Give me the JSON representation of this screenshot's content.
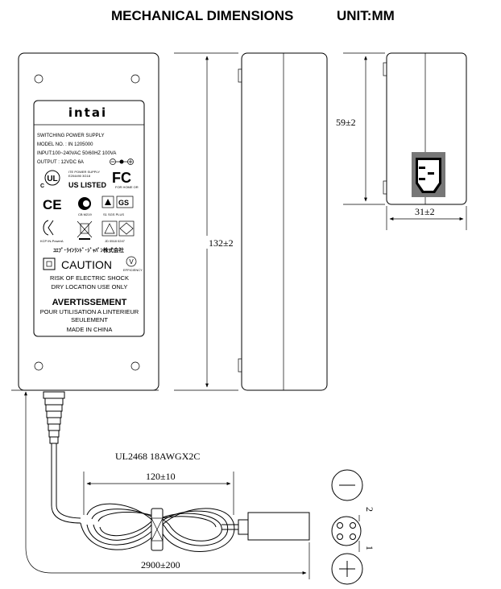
{
  "header": {
    "title": "MECHANICAL DIMENSIONS",
    "unit": "UNIT:MM"
  },
  "dimensions": {
    "length": "132±2",
    "height": "59±2",
    "width": "31±2",
    "cable_type": "UL2468 18AWGX2C",
    "cable_loop": "120±10",
    "cable_length": "2900±200"
  },
  "label": {
    "brand": "intai",
    "product": "SWITCHING POWER SUPPLY",
    "model": "MODEL NO. : IN 1205000",
    "input": "INPUT:100~240VAC 50/60HZ 100VA",
    "output": "OUTPUT : 12VDC 6A",
    "ul_line1": "ITE POWER SUPPLY",
    "ul_line2": "E204490 3G18",
    "ul_listed": "US LISTED",
    "ce": "CE",
    "japan": "ﾕｴﾌﾞ･ﾗｲﾝﾗﾝﾄﾞ･ｼﾞｬﾊﾟﾝ株式会社",
    "caution": "CAUTION",
    "warning1": "RISK OF ELECTRIC SHOCK",
    "warning2": "DRY LOCATION USE ONLY",
    "avert": "AVERTISSEMENT",
    "fr1": "POUR UTILISATION A LINTERIEUR",
    "fr2": "SEULEMENT",
    "made_in": "MADE IN CHINA"
  },
  "connector": {
    "pin_2": "2",
    "pin_1": "1"
  }
}
